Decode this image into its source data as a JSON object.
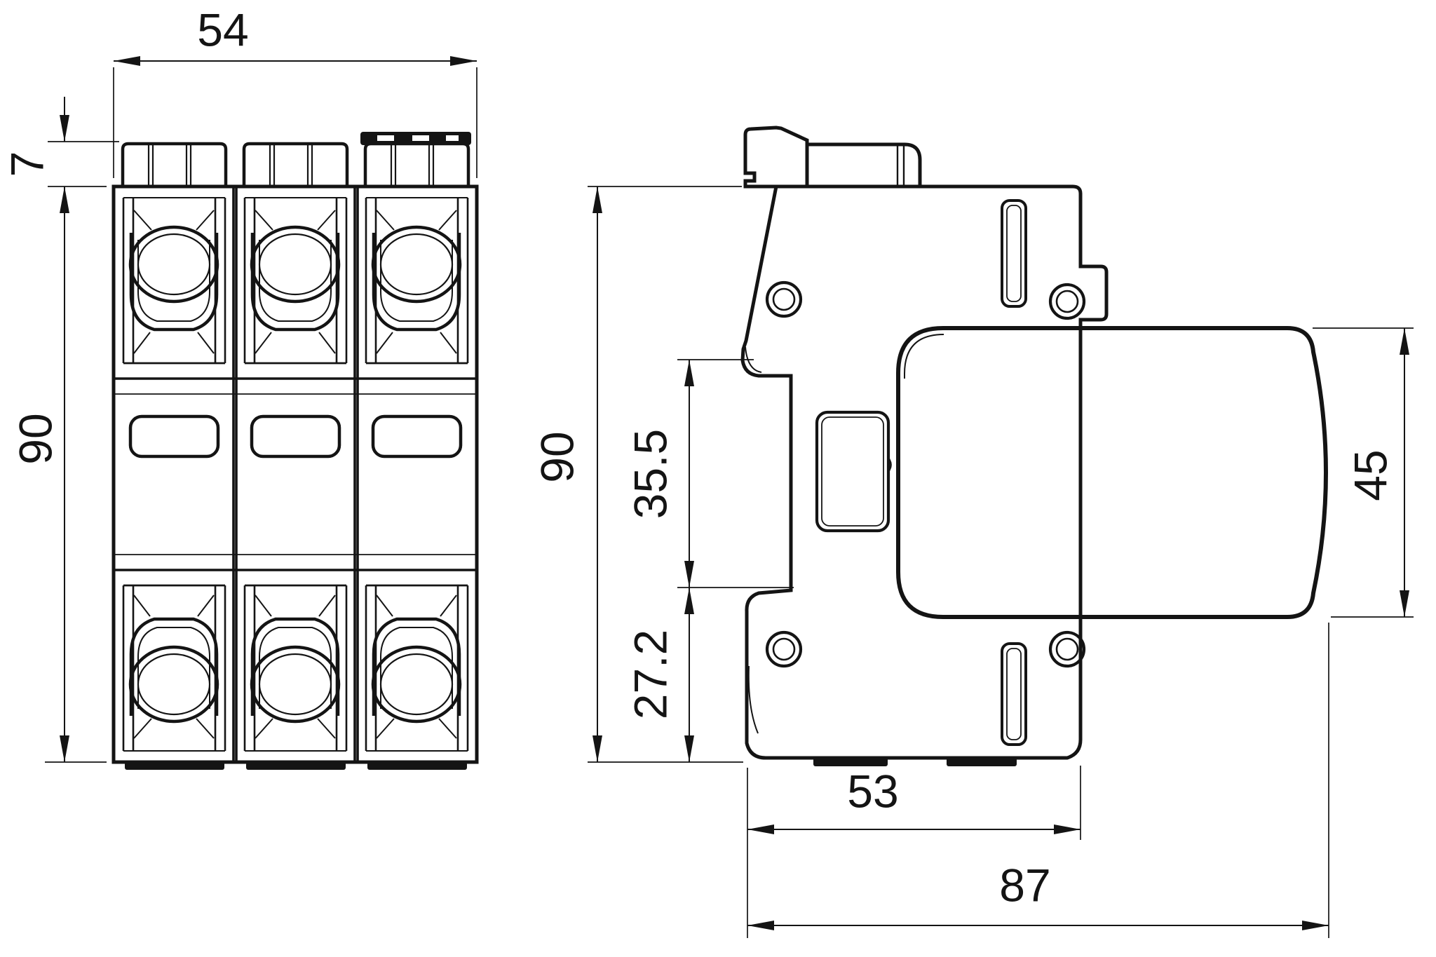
{
  "drawing": {
    "type": "technical-dimension-drawing",
    "line_color": "#141414",
    "background": "#ffffff",
    "views": {
      "front": {
        "name": "front view (3-module DIN device)",
        "dims": {
          "width": "54",
          "tab_height": "7",
          "height": "90"
        }
      },
      "side": {
        "name": "side view with plug-in module",
        "dims": {
          "height": "90",
          "rail_upper_offset": "35.5",
          "rail_lower_offset": "27.2",
          "module_height": "45",
          "base_depth": "53",
          "total_depth": "87"
        }
      }
    }
  }
}
